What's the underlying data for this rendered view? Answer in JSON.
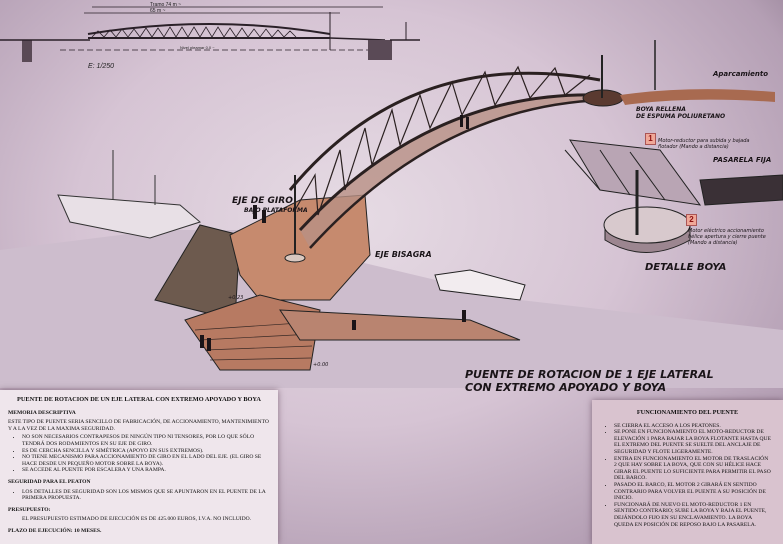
{
  "elevation": {
    "span_label": "Tramo 74 m ~",
    "inner_label": "65 m ~",
    "water_label": "Nivel pleamar 0.0 ~",
    "scale": "E: 1/250"
  },
  "labels": {
    "eje_giro": "EJE DE GIRO",
    "bajo_plataforma": "BAJO PLATAFORMA",
    "eje_bisagra": "EJE BISAGRA",
    "aparcamiento": "Aparcamiento",
    "boya_rellena_1": "BOYA RELLENA",
    "boya_rellena_2": "DE ESPUMA POLIURETANO",
    "pasarela_fija": "PASARELA FIJA",
    "detalle_boya": "DETALLE BOYA",
    "note1": "Motor-reductor para subida y bajada flotador (Mando a distancia)",
    "note2": "Motor eléctrico accionamiento hélice apertura y cierre puente (Mando a distancia)",
    "marker1": "1",
    "marker2": "2",
    "level1": "+0.23",
    "level2": "+0.00"
  },
  "title": {
    "line1": "PUENTE DE ROTACION DE 1 EJE LATERAL",
    "line2": "CON EXTREMO APOYADO Y BOYA"
  },
  "card_left": {
    "heading": "PUENTE DE ROTACION DE UN EJE LATERAL CON EXTREMO APOYADO Y BOYA",
    "memoria_title": "MEMORIA DESCRIPTIVA",
    "memoria_text": "ESTE TIPO DE PUENTE SERIA SENCILLO DE FABRICACIÓN, DE ACCIONAMIENTO, MANTENIMIENTO Y A LA VEZ DE LA MAXIMA SEGURIDAD.",
    "bullets": [
      "NO SON NECESARIOS CONTRAPESOS DE NINGÚN TIPO NI TENSORES, POR LO QUE SÓLO TENDRÁ DOS RODAMIENTOS EN SU EJE DE GIRO.",
      "ES DE CERCHA SENCILLA Y SIMÉTRICA (APOYO EN SUS EXTREMOS).",
      "NO TIENE MECANISMO PARA ACCIONAMIENTO DE GIRO EN EL LADO DEL EJE. (EL GIRO SE HACE DESDE UN PEQUEÑO MOTOR SOBRE LA BOYA).",
      "SE ACCEDE AL PUENTE POR ESCALERA Y UNA RAMPA."
    ],
    "seguridad_title": "SEGURIDAD PARA EL PEATON",
    "seguridad_bullet": "LOS DETALLES DE SEGURIDAD SON LOS MISMOS QUE SE APUNTARON EN EL PUENTE DE LA PRIMERA PROPUESTA.",
    "presupuesto_title": "PRESUPUESTO:",
    "presupuesto_text": "EL PRESUPUESTO ESTIMADO DE EJECUCIÓN ES DE 425.000 EUROS, I.V.A. NO INCLUIDO.",
    "plazo": "PLAZO DE EJECUCIÓN: 10 MESES."
  },
  "card_right": {
    "heading": "FUNCIONAMIENTO DEL PUENTE",
    "bullets": [
      "SE CIERRA EL ACCESO A LOS PEATONES.",
      "SE PONE EN FUNCIONAMIENTO EL MOTO-REDUCTOR DE ELEVACIÓN 1 PARA BAJAR LA BOYA FLOTANTE HASTA QUE EL EXTREMO DEL PUENTE SE SUELTE DEL ANCLAJE DE SEGURIDAD Y FLOTE LIGERAMENTE.",
      "ENTRA EN FUNCIONAMIENTO EL MOTOR DE TRASLACIÓN 2 QUE HAY SOBRE LA BOYA, QUE CON SU HÉLICE HACE GIRAR EL PUENTE LO SUFICIENTE PARA PERMITIR EL PASO DEL BARCO.",
      "PASADO EL BARCO, EL MOTOR 2 GIRARÁ EN SENTIDO CONTRARIO PARA VOLVER EL PUENTE A SU POSICIÓN DE INICIO.",
      "FUNCIONARÁ DE NUEVO EL MOTO-REDUCTOR 1 EN SENTIDO CONTRARIO; SUBE LA BOYA Y BAJA EL PUENTE, DEJÁNDOLO FIJO EN SU ENCLAVAMIENTO. LA BOYA QUEDA EN POSICIÓN DE REPOSO BAJO LA PASARELA."
    ]
  }
}
